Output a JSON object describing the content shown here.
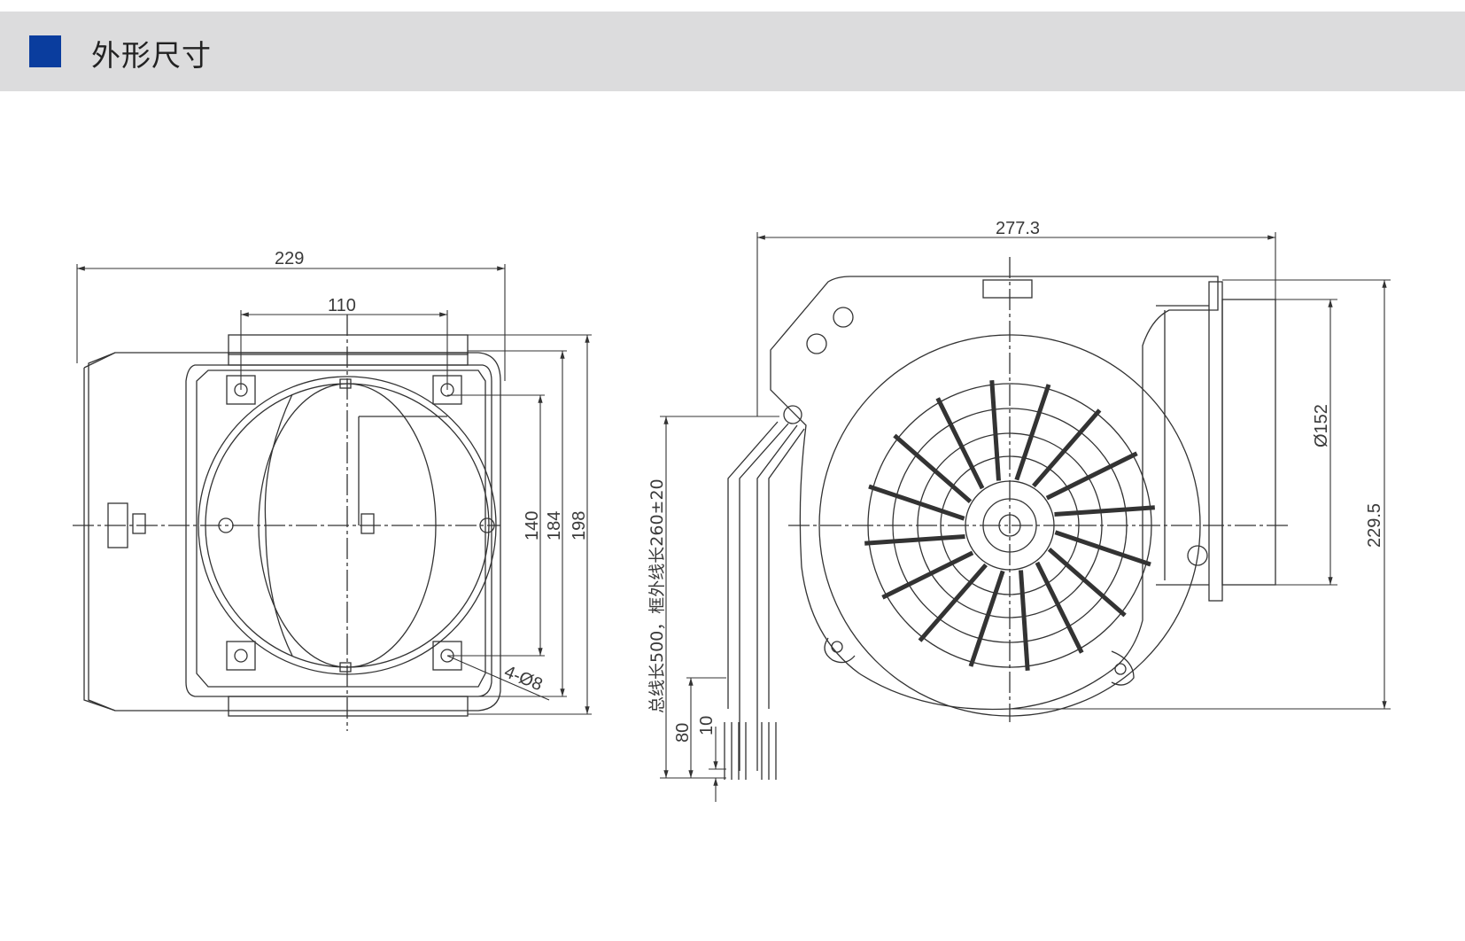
{
  "header": {
    "title": "外形尺寸",
    "accent_color": "#0a3d9e",
    "bar_color": "#dcdcdd"
  },
  "front_view": {
    "width_229": "229",
    "hole_spacing_110": "110",
    "height_140": "140",
    "height_184": "184",
    "height_198": "198",
    "holes_label": "4-Ø8"
  },
  "side_view": {
    "width_277": "277.3",
    "outlet_dia": "Ø152",
    "height_229": "229.5",
    "cable_note": "总线长500，框外线长260±20",
    "strip_80": "80",
    "strip_10": "10"
  }
}
